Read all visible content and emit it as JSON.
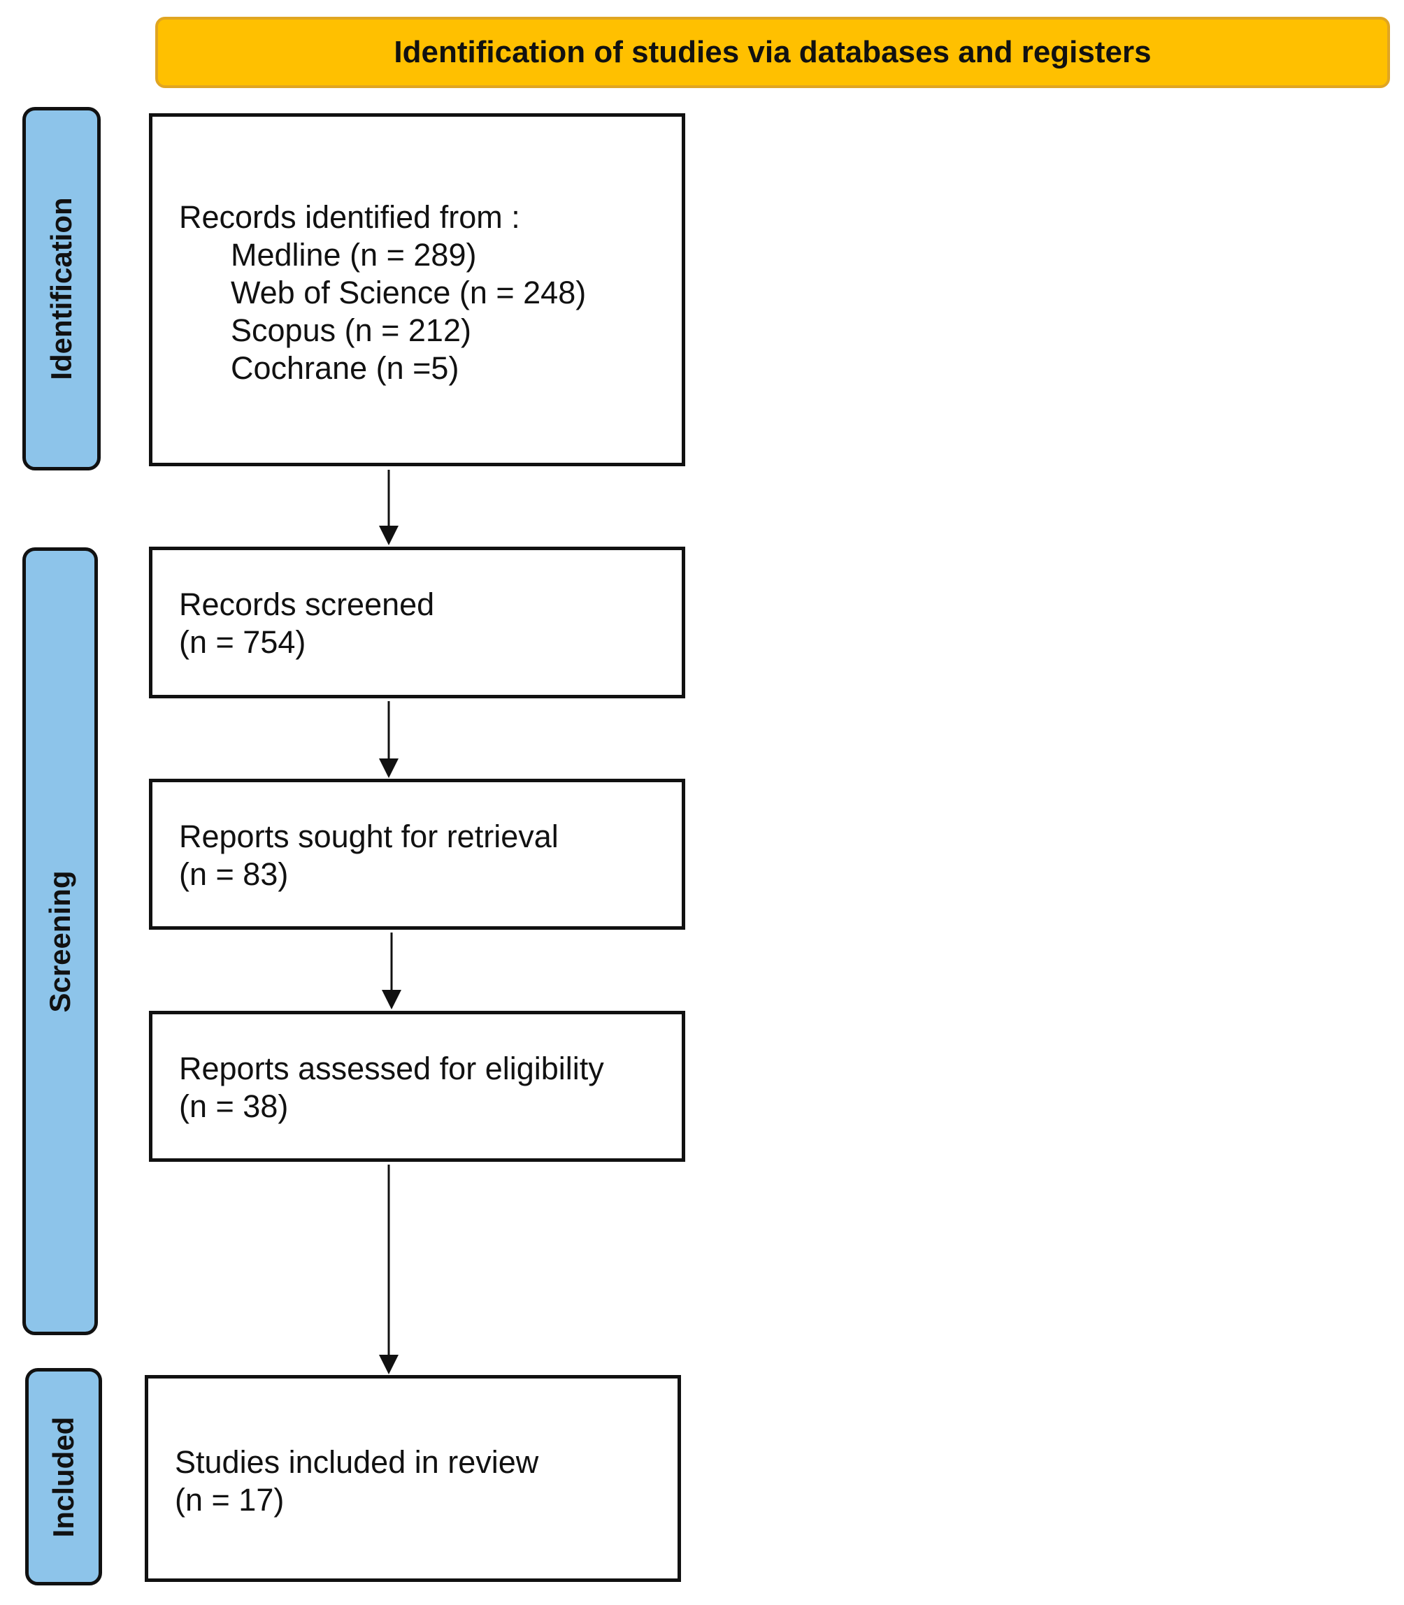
{
  "banner": {
    "title": "Identification of studies via databases and registers"
  },
  "phases": {
    "identification": "Identification",
    "screening": "Screening",
    "included": "Included"
  },
  "boxes": {
    "identified": {
      "heading": "Records identified from :",
      "sources": [
        "Medline (n = 289)",
        "Web of Science (n = 248)",
        "Scopus (n = 212)",
        "Cochrane (n =5)"
      ]
    },
    "screened": {
      "label": "Records screened",
      "count": "(n = 754)"
    },
    "sought": {
      "label": "Reports sought for retrieval",
      "count": "(n = 83)"
    },
    "assessed": {
      "label": "Reports assessed for eligibility",
      "count": "(n = 38)"
    },
    "included": {
      "label": "Studies included in review",
      "count": "(n = 17)"
    }
  },
  "colors": {
    "banner_fill": "#FFC000",
    "banner_border": "#E0A522",
    "phase_fill": "#8DC4EA",
    "box_border": "#111111"
  }
}
